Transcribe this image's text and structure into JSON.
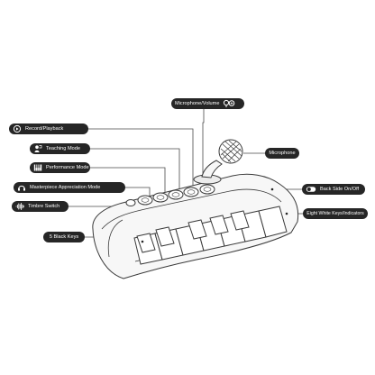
{
  "labels": {
    "microphone_volume": "Microphone/Volume",
    "record_playback": "Record/Playback",
    "teaching_mode": "Teaching Mode",
    "performance_mode": "Performance Mode",
    "microphone": "Microphone",
    "masterpiece_appreciation_mode": "Masterpiece Appreciation Mode",
    "back_side_on_off": "Back Side On/Off",
    "timbre_switch": "Timbre Switch",
    "eight_white_keys": "Eight White Keys/Indicators",
    "five_black_keys": "5 Black Keys"
  },
  "icons": {
    "microphone_volume": "microphone-volume-icon",
    "record_playback": "record-playback-icon",
    "teaching_mode": "teaching-mode-icon",
    "performance_mode": "piano-keys-icon",
    "masterpiece_appreciation_mode": "headphones-icon",
    "back_side_on_off": "toggle-switch-icon",
    "timbre_switch": "sound-wave-icon"
  },
  "colors": {
    "pill": "#262626",
    "line": "#4a4a4a",
    "outline": "#3a3a3a",
    "device_fill": "#f7f7f7"
  }
}
